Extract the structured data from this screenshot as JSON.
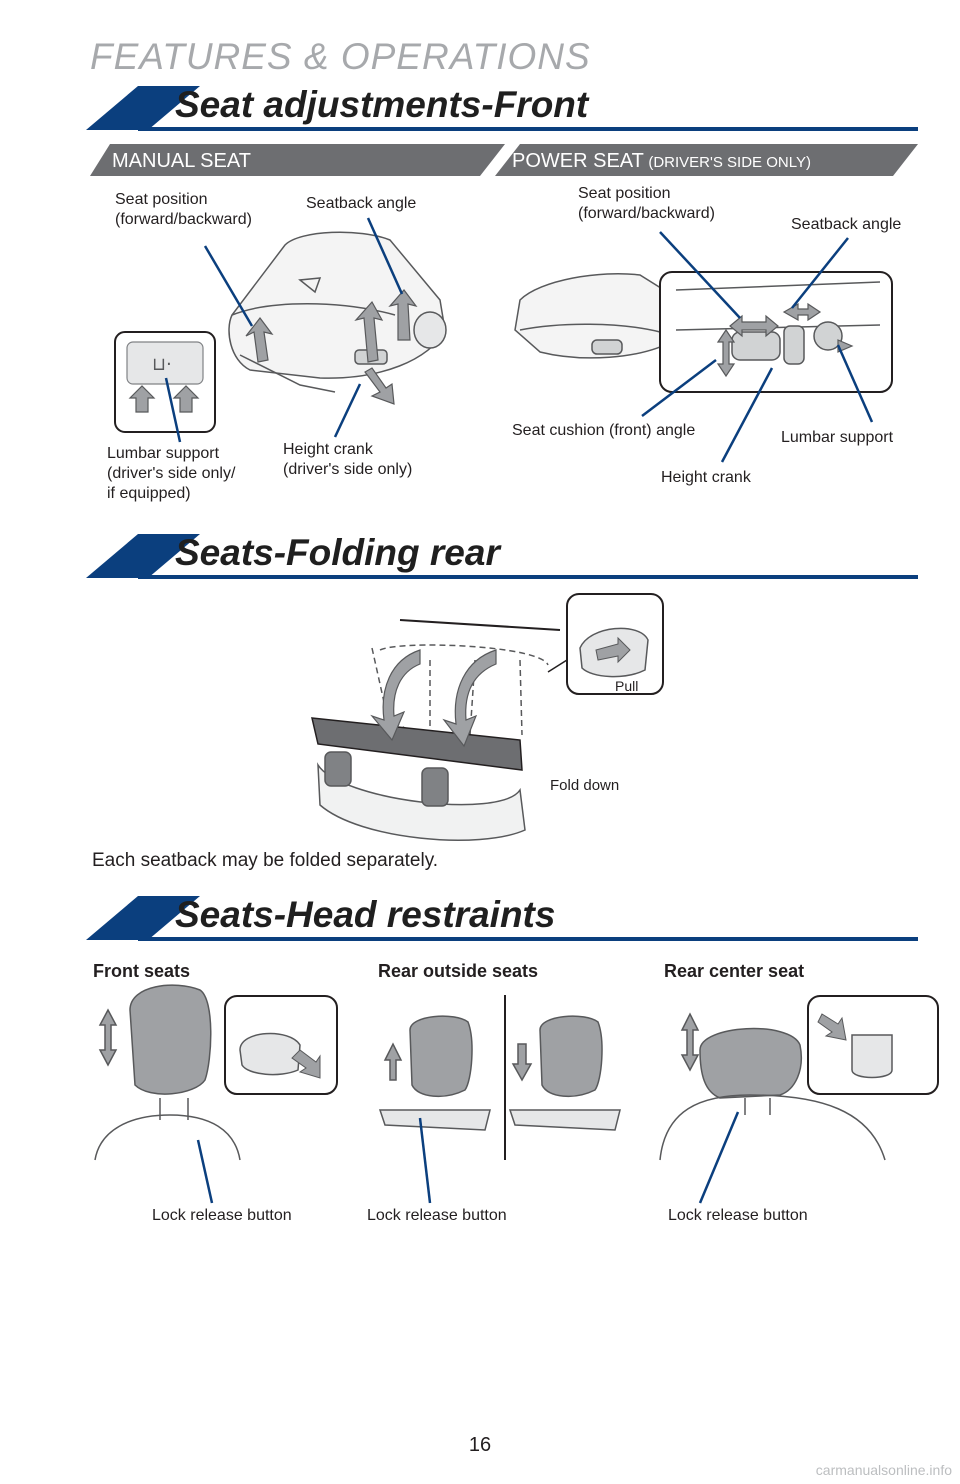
{
  "page": {
    "header": "FEATURES & OPERATIONS",
    "page_number": "16",
    "footer_site": "carmanualsonline.info"
  },
  "section_front": {
    "title": "Seat adjustments-Front",
    "manual_tab": "MANUAL SEAT",
    "power_tab_main": "POWER SEAT",
    "power_tab_sub": "(DRIVER'S SIDE ONLY)",
    "manual_labels": {
      "seat_position_1": "Seat position",
      "seat_position_2": "(forward/backward)",
      "seatback_angle": "Seatback angle",
      "lumbar_1": "Lumbar support",
      "lumbar_2": "(driver's side only/",
      "lumbar_3": "if equipped)",
      "height_1": "Height crank",
      "height_2": "(driver's side only)"
    },
    "power_labels": {
      "seat_position_1": "Seat position",
      "seat_position_2": "(forward/backward)",
      "seatback_angle": "Seatback angle",
      "cushion_angle": "Seat cushion (front) angle",
      "lumbar": "Lumbar support",
      "height": "Height crank"
    }
  },
  "section_rear": {
    "title": "Seats-Folding rear",
    "pull_label": "Pull",
    "fold_label": "Fold down",
    "note": "Each seatback may be folded separately."
  },
  "section_head": {
    "title": "Seats-Head restraints",
    "front_title": "Front seats",
    "rear_outside_title": "Rear outside seats",
    "rear_center_title": "Rear center seat",
    "lock_label_front": "Lock release button",
    "lock_label_outside": "Lock release button",
    "lock_label_center": "Lock release button"
  },
  "colors": {
    "brand_blue": "#0b3f7e",
    "tab_gray": "#6d6e71",
    "arrow_gray": "#9fa1a4",
    "line_gray": "#4d4d4f"
  }
}
